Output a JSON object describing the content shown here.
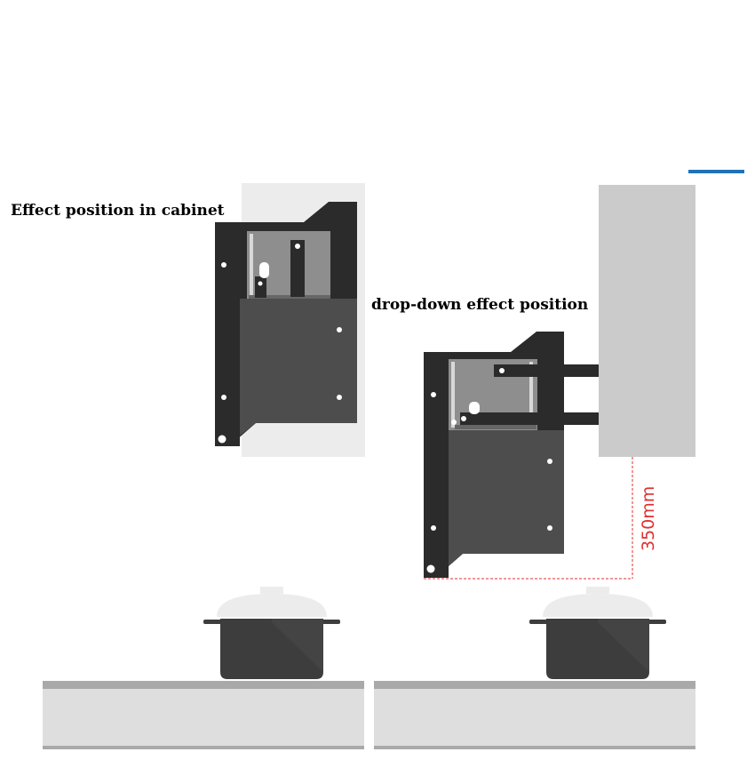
{
  "labels": {
    "left": "Effect position in cabinet",
    "right": "drop-down effect position",
    "dimension": "350mm"
  },
  "colors": {
    "accent": "#1f72b8",
    "cabinet": "#cbcbcb",
    "cabinet_light": "#ececec",
    "basket": "#2b2b2b",
    "basket_panel": "#4a4a4a",
    "dimension": "#e03030",
    "counter_top": "#a9a9a9",
    "counter_body": "#dedede",
    "pot": "#3d3d3d",
    "lid": "#ececec"
  },
  "icons": {
    "pot": "pot-icon",
    "basket": "pull-down-basket-icon"
  }
}
